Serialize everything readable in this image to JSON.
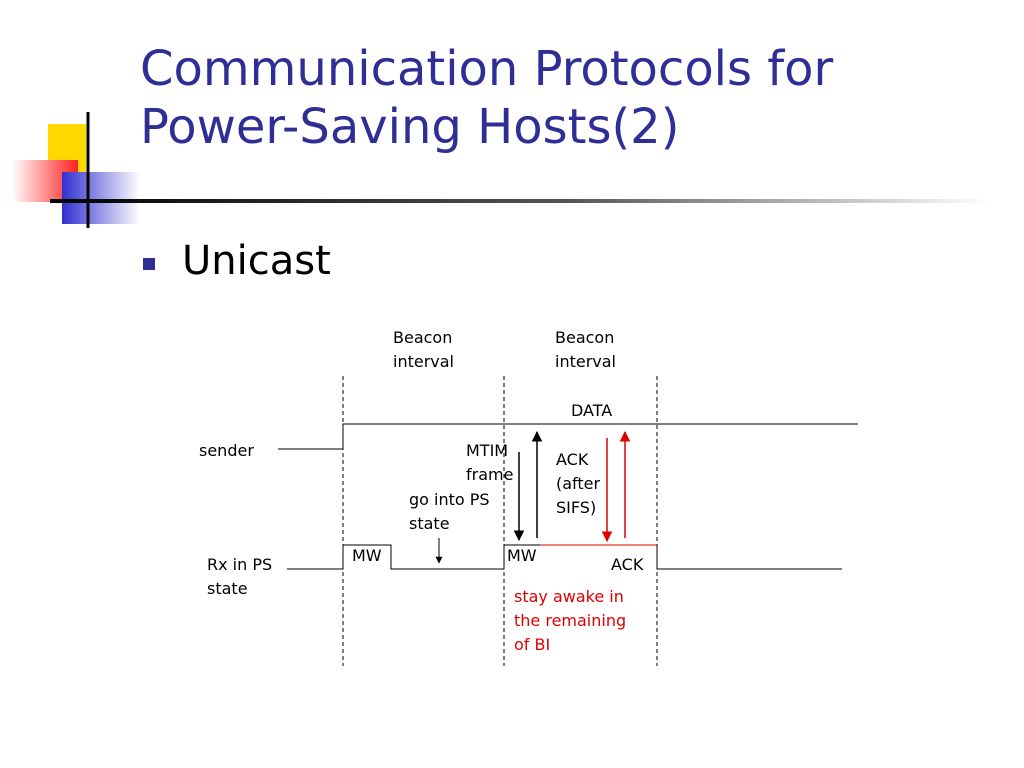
{
  "slide": {
    "title_line1": "Communication Protocols for",
    "title_line2": "Power-Saving Hosts(2)",
    "bullet": "Unicast"
  },
  "diagram": {
    "beacon_interval_1": [
      "Beacon",
      "interval"
    ],
    "beacon_interval_2": [
      "Beacon",
      "interval"
    ],
    "sender_label": "sender",
    "receiver_label": [
      "Rx in PS",
      "state"
    ],
    "mw_1": "MW",
    "mw_2": "MW",
    "data_label": "DATA",
    "mtim_label": [
      "MTIM",
      "frame"
    ],
    "go_ps_label": [
      "go into PS",
      "state"
    ],
    "ack_after_sifs_label": [
      "ACK",
      "(after",
      "SIFS)"
    ],
    "ack_label": "ACK",
    "stay_awake_label": [
      "stay awake in",
      "the remaining",
      "of BI"
    ]
  },
  "colors": {
    "title": "#2e2e96",
    "bullet": "#2e2e96",
    "highlight_red": "#e00000",
    "logo_yellow": "#ffd800",
    "logo_blue": "#3a3ad0",
    "logo_red": "#ff3030"
  }
}
